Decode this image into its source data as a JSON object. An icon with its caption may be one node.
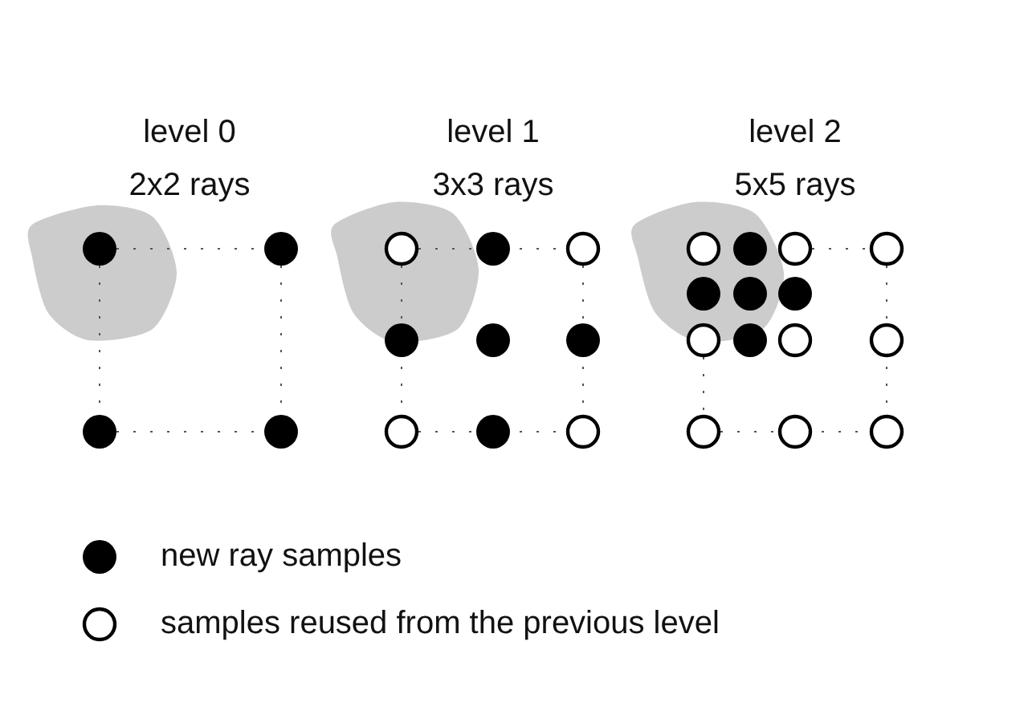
{
  "diagram": {
    "labels": [
      "level 0",
      "2x2 rays",
      "level 1",
      "3x3 rays",
      "level 2",
      "5x5 rays"
    ],
    "legend": [
      {
        "text": "new ray samples"
      },
      {
        "text": "samples reused from the previous level"
      }
    ]
  }
}
